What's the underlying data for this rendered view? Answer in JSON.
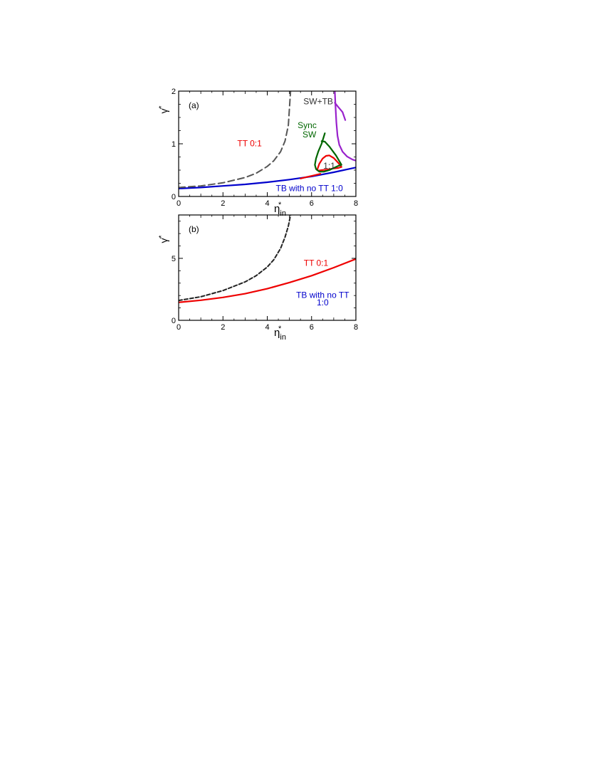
{
  "chart_data": [
    {
      "panel_label": "(a)",
      "type": "line",
      "xlabel": "η",
      "xlabel_sub": "in",
      "xlabel_sup": "*",
      "ylabel": "γ̇",
      "ylabel_sup": "*",
      "xlim": [
        0,
        8
      ],
      "ylim": [
        0,
        2
      ],
      "xticks": [
        "0",
        "2",
        "4",
        "6",
        "8"
      ],
      "yticks": [
        "0",
        "1",
        "2"
      ],
      "colors": {
        "blue": "#0000cc",
        "red": "#ee0000",
        "gray": "#555555",
        "green": "#006600",
        "purple": "#9922cc"
      },
      "series": [
        {
          "label_ref": "TB with no TT 1:0",
          "style": "solid",
          "color": "#0000cc",
          "x": [
            0,
            1,
            2,
            3,
            4,
            5,
            6,
            7,
            8
          ],
          "y": [
            0.15,
            0.17,
            0.2,
            0.23,
            0.27,
            0.32,
            0.38,
            0.46,
            0.55
          ]
        },
        {
          "style": "solid",
          "color": "#ee0000",
          "x": [
            5.5,
            5.8,
            6.1,
            6.4
          ],
          "y": [
            0.34,
            0.37,
            0.4,
            0.43
          ]
        },
        {
          "label_ref": "1:1",
          "style": "solid",
          "color": "#ee0000",
          "x": [
            6.25,
            6.35,
            6.5,
            6.65,
            6.8,
            7.0,
            7.2,
            7.35,
            7.2,
            6.95,
            6.7,
            6.45,
            6.3,
            6.25
          ],
          "y": [
            0.5,
            0.62,
            0.72,
            0.77,
            0.78,
            0.73,
            0.64,
            0.56,
            0.54,
            0.53,
            0.51,
            0.5,
            0.49,
            0.5
          ]
        },
        {
          "label_ref": "Sync SW",
          "style": "solid",
          "color": "#006600",
          "x": [
            6.6,
            6.45,
            6.3,
            6.2,
            6.15,
            6.2,
            6.35,
            6.55,
            6.8,
            7.0,
            7.2,
            7.35,
            7.1,
            6.8,
            6.6,
            6.45
          ],
          "y": [
            1.2,
            1.0,
            0.85,
            0.72,
            0.6,
            0.52,
            0.47,
            0.47,
            0.5,
            0.54,
            0.58,
            0.6,
            0.78,
            0.95,
            1.04,
            1.05
          ]
        },
        {
          "label_ref": "SW+TB",
          "style": "solid",
          "color": "#9922cc",
          "x": [
            7.05,
            7.08,
            7.12,
            7.17,
            7.25,
            7.4,
            7.6,
            7.85,
            8.0
          ],
          "y": [
            2.0,
            1.7,
            1.4,
            1.15,
            0.98,
            0.85,
            0.76,
            0.7,
            0.68
          ]
        },
        {
          "label_ref": "SW+TB",
          "style": "solid",
          "color": "#9922cc",
          "x": [
            7.05,
            7.2,
            7.4,
            7.52
          ],
          "y": [
            1.78,
            1.7,
            1.6,
            1.45
          ]
        },
        {
          "style": "dashed",
          "color": "#555555",
          "x": [
            0,
            1,
            2,
            3,
            3.5,
            4,
            4.3,
            4.6,
            4.8,
            4.95,
            5.05
          ],
          "y": [
            0.17,
            0.2,
            0.26,
            0.36,
            0.44,
            0.57,
            0.68,
            0.85,
            1.05,
            1.35,
            2.0
          ]
        }
      ],
      "annotations": [
        {
          "text": "TT 0:1",
          "color": "#ee0000",
          "x": 3.2,
          "y": 0.95
        },
        {
          "text": "SW+TB",
          "color": "#333333",
          "x": 6.3,
          "y": 1.75
        },
        {
          "text": "Sync",
          "color": "#006600",
          "x": 5.8,
          "y": 1.3
        },
        {
          "text": "SW",
          "color": "#006600",
          "x": 5.9,
          "y": 1.12
        },
        {
          "text": "1:1",
          "color": "#333333",
          "x": 6.8,
          "y": 0.53
        },
        {
          "text": "TB with no TT 1:0",
          "color": "#0000cc",
          "x": 5.9,
          "y": 0.1
        }
      ]
    },
    {
      "panel_label": "(b)",
      "type": "line",
      "xlabel": "η",
      "xlabel_sub": "in",
      "xlabel_sup": "*",
      "ylabel": "γ̇",
      "ylabel_sup": "*",
      "xlim": [
        0,
        8
      ],
      "ylim": [
        0,
        8.5
      ],
      "xticks": [
        "0",
        "2",
        "4",
        "6",
        "8"
      ],
      "yticks": [
        "0",
        "5"
      ],
      "series": [
        {
          "label_ref": "TT 0:1",
          "style": "solid",
          "color": "#ee0000",
          "x": [
            0,
            1,
            2,
            3,
            4,
            5,
            6,
            7,
            8
          ],
          "y": [
            1.45,
            1.62,
            1.85,
            2.15,
            2.55,
            3.05,
            3.6,
            4.25,
            4.95
          ]
        },
        {
          "style": "dashed",
          "color": "#222222",
          "x": [
            0,
            1,
            2,
            3,
            3.5,
            4,
            4.3,
            4.6,
            4.8,
            4.95,
            5.05
          ],
          "y": [
            1.6,
            1.9,
            2.4,
            3.1,
            3.6,
            4.3,
            4.9,
            5.8,
            6.7,
            7.6,
            8.5
          ]
        }
      ],
      "annotations": [
        {
          "text": "TT 0:1",
          "color": "#ee0000",
          "x": 6.2,
          "y": 4.4
        },
        {
          "text": "TB with no TT",
          "color": "#0000cc",
          "x": 6.5,
          "y": 1.8
        },
        {
          "text": "1:0",
          "color": "#0000cc",
          "x": 6.5,
          "y": 1.2
        }
      ]
    }
  ]
}
